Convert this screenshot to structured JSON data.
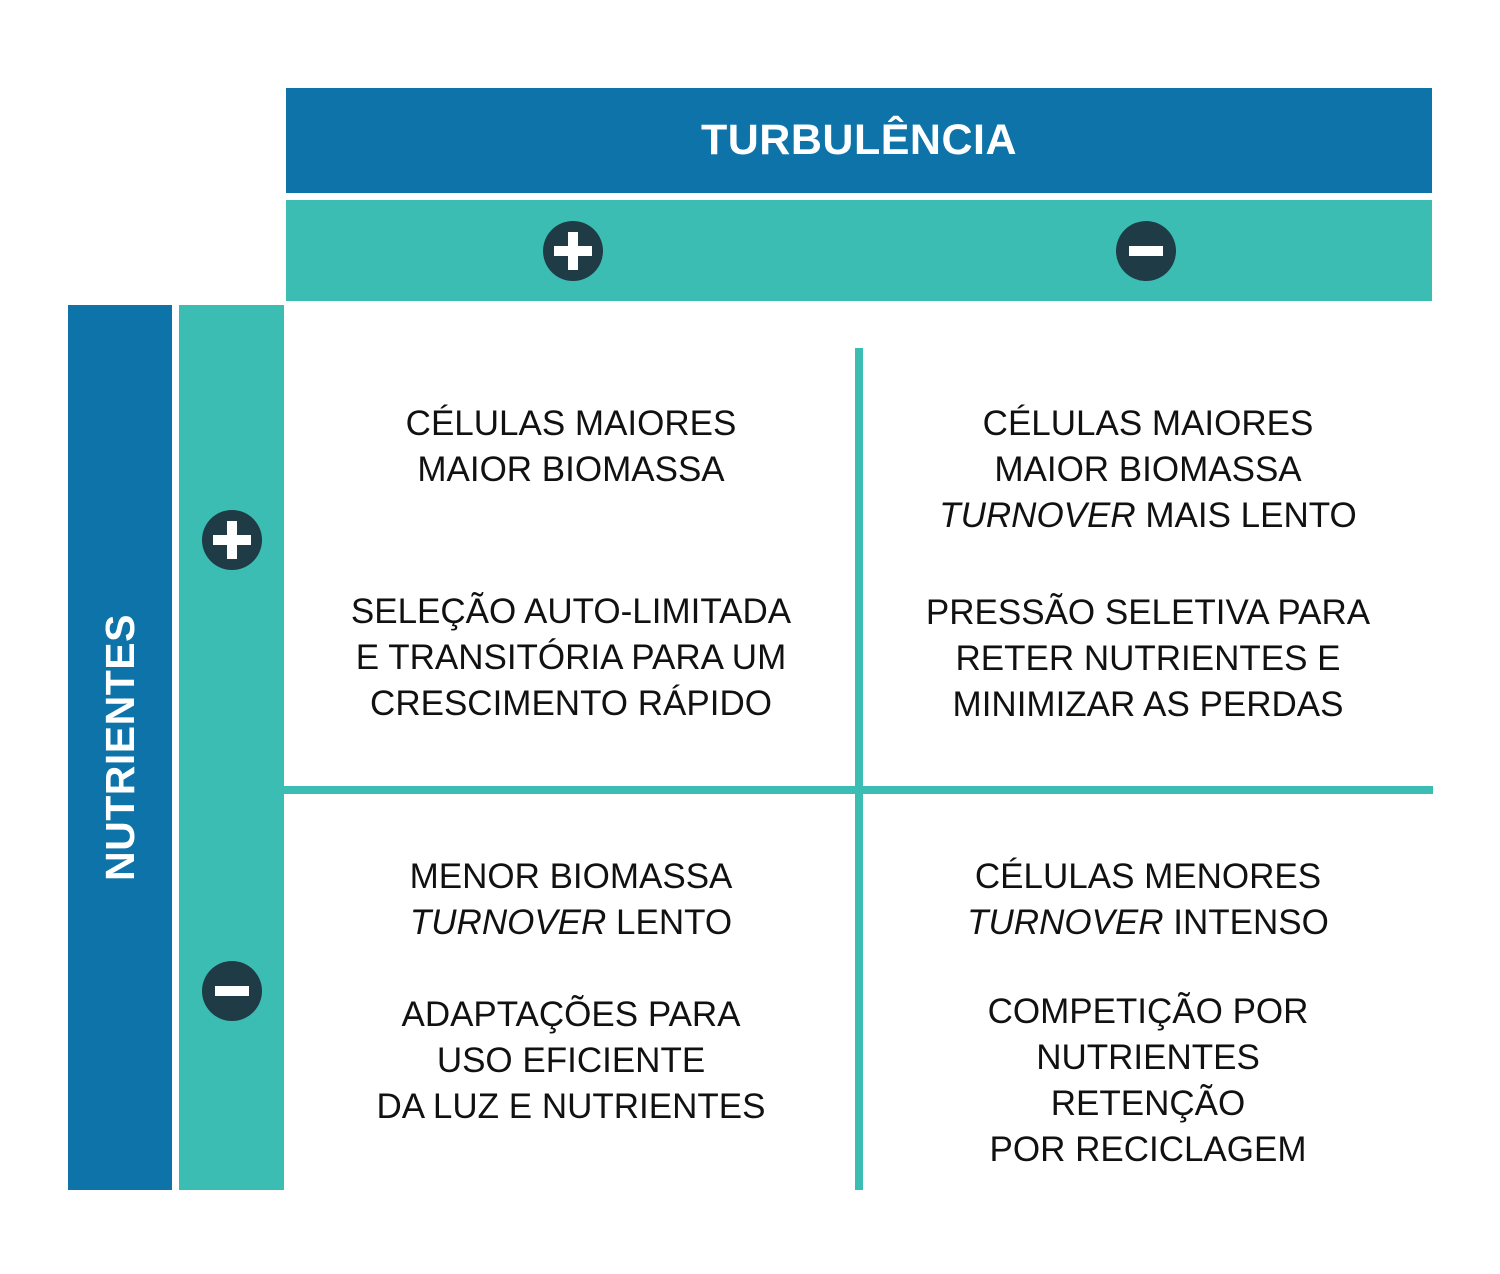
{
  "diagram": {
    "type": "2x2-matrix"
  },
  "turbulence_axis": {
    "title": "TURBULÊNCIA",
    "plus_sign": "+",
    "minus_sign": "−"
  },
  "nutrients_axis": {
    "title": "NUTRIENTES",
    "plus_sign": "+",
    "minus_sign": "−"
  },
  "colors": {
    "blue": "#0e73a8",
    "teal": "#3cbdb3",
    "dark": "#1f3b45",
    "text": "#111111",
    "background": "#ffffff"
  },
  "quadrants": [
    {
      "id": "top-left",
      "turbulence": "+",
      "nutrients": "+",
      "blocks": [
        {
          "lines": [
            [
              {
                "text": "CÉLULAS MAIORES",
                "italic": false
              }
            ],
            [
              {
                "text": "MAIOR BIOMASSA",
                "italic": false
              }
            ]
          ]
        },
        {
          "lines": [
            [
              {
                "text": "SELEÇÃO AUTO-LIMITADA",
                "italic": false
              }
            ],
            [
              {
                "text": "E TRANSITÓRIA PARA UM",
                "italic": false
              }
            ],
            [
              {
                "text": "CRESCIMENTO RÁPIDO",
                "italic": false
              }
            ]
          ]
        }
      ]
    },
    {
      "id": "top-right",
      "turbulence": "−",
      "nutrients": "+",
      "blocks": [
        {
          "lines": [
            [
              {
                "text": "CÉLULAS MAIORES",
                "italic": false
              }
            ],
            [
              {
                "text": "MAIOR BIOMASSA",
                "italic": false
              }
            ],
            [
              {
                "text": "TURNOVER",
                "italic": true
              },
              {
                "text": " MAIS LENTO",
                "italic": false
              }
            ]
          ]
        },
        {
          "lines": [
            [
              {
                "text": "PRESSÃO SELETIVA PARA",
                "italic": false
              }
            ],
            [
              {
                "text": "RETER NUTRIENTES E",
                "italic": false
              }
            ],
            [
              {
                "text": "MINIMIZAR AS PERDAS",
                "italic": false
              }
            ]
          ]
        }
      ]
    },
    {
      "id": "bottom-left",
      "turbulence": "+",
      "nutrients": "−",
      "blocks": [
        {
          "lines": [
            [
              {
                "text": "MENOR BIOMASSA",
                "italic": false
              }
            ],
            [
              {
                "text": "TURNOVER",
                "italic": true
              },
              {
                "text": " LENTO",
                "italic": false
              }
            ]
          ]
        },
        {
          "lines": [
            [
              {
                "text": "ADAPTAÇÕES PARA",
                "italic": false
              }
            ],
            [
              {
                "text": "USO EFICIENTE",
                "italic": false
              }
            ],
            [
              {
                "text": "DA LUZ E NUTRIENTES",
                "italic": false
              }
            ]
          ]
        }
      ]
    },
    {
      "id": "bottom-right",
      "turbulence": "−",
      "nutrients": "−",
      "blocks": [
        {
          "lines": [
            [
              {
                "text": "CÉLULAS MENORES",
                "italic": false
              }
            ],
            [
              {
                "text": "TURNOVER",
                "italic": true
              },
              {
                "text": " INTENSO",
                "italic": false
              }
            ]
          ]
        },
        {
          "lines": [
            [
              {
                "text": "COMPETIÇÃO POR",
                "italic": false
              }
            ],
            [
              {
                "text": "NUTRIENTES",
                "italic": false
              }
            ],
            [
              {
                "text": "RETENÇÃO",
                "italic": false
              }
            ],
            [
              {
                "text": "POR RECICLAGEM",
                "italic": false
              }
            ]
          ]
        }
      ]
    }
  ]
}
